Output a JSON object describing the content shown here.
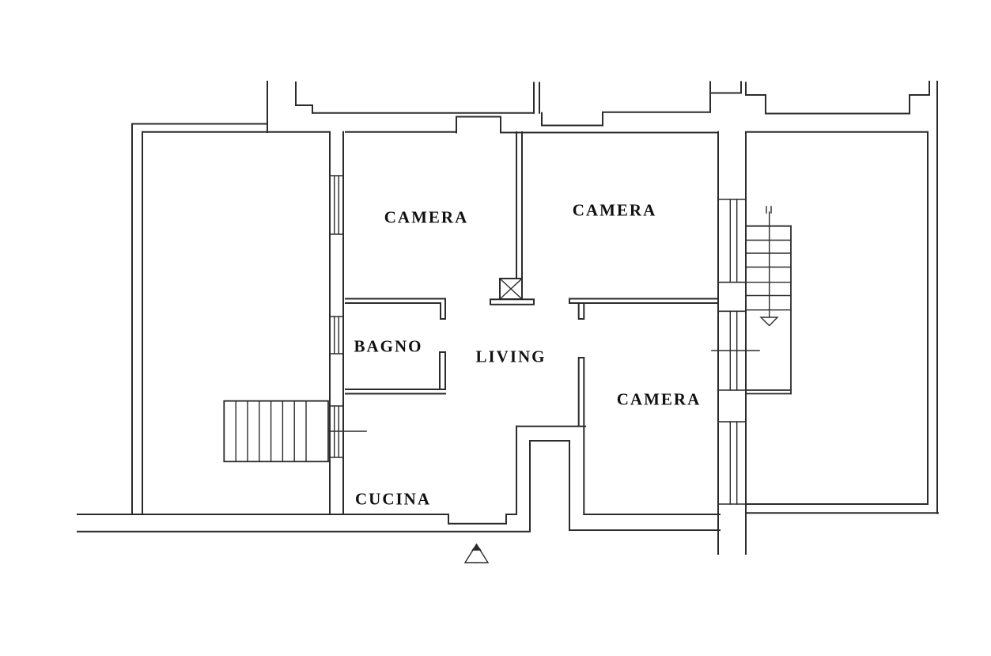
{
  "document": {
    "type": "floor-plan",
    "language": "it"
  },
  "rooms": [
    {
      "id": "camera-nw",
      "label": "CAMERA"
    },
    {
      "id": "camera-ne",
      "label": "CAMERA"
    },
    {
      "id": "bagno",
      "label": "BAGNO"
    },
    {
      "id": "living",
      "label": "LIVING"
    },
    {
      "id": "camera-se",
      "label": "CAMERA"
    },
    {
      "id": "cucina",
      "label": "CUCINA"
    }
  ],
  "colors": {
    "ink": "#2b2b2b",
    "background": "#ffffff",
    "label": "#111111"
  }
}
